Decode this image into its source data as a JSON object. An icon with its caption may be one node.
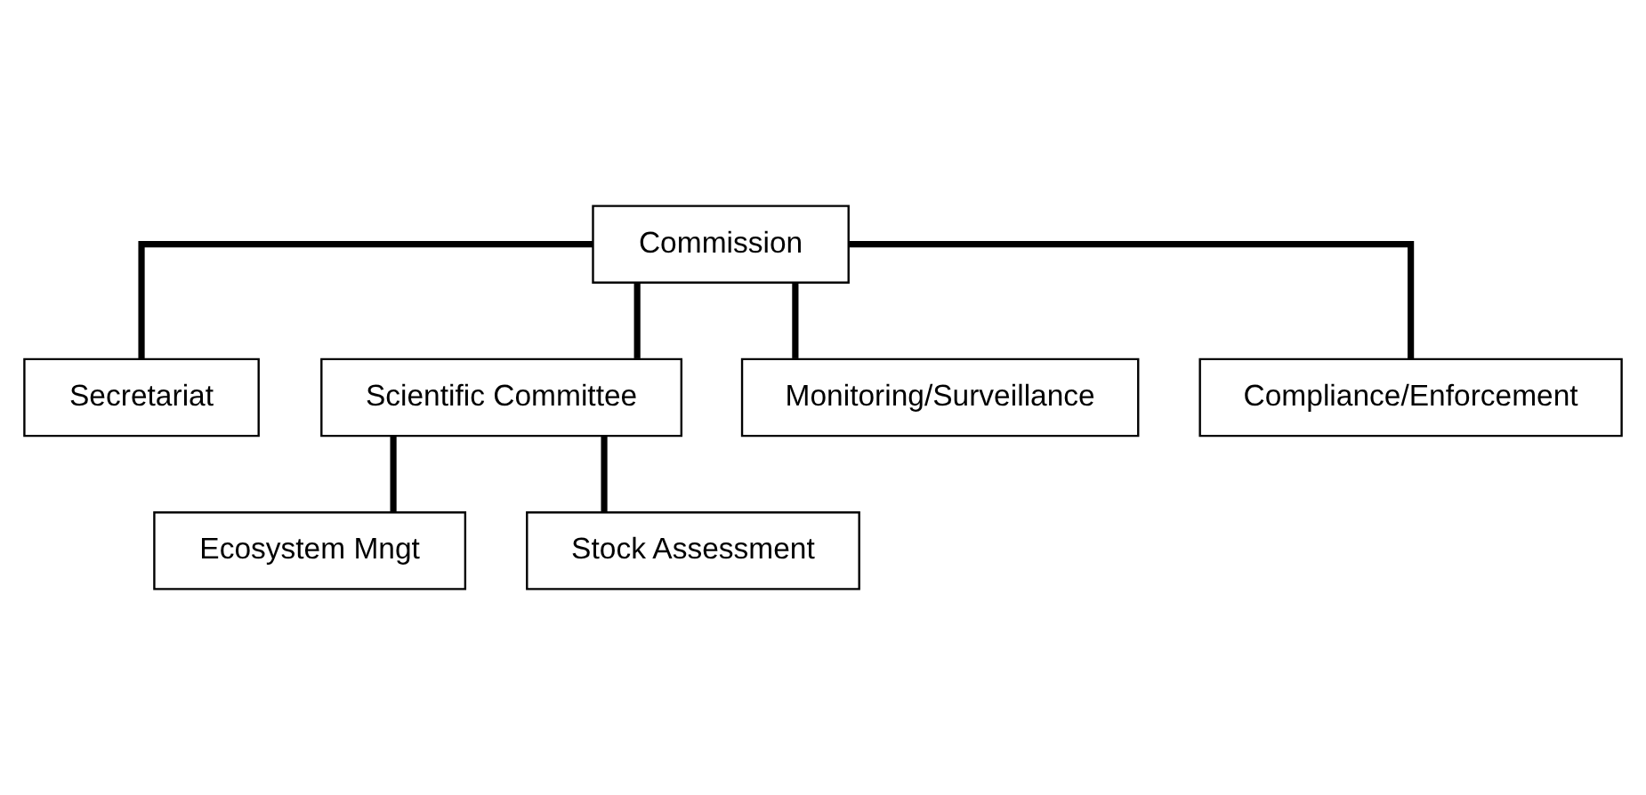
{
  "diagram": {
    "nodes": [
      {
        "text": [
          "Commission"
        ]
      },
      {
        "text": [
          "Secretariat"
        ]
      },
      {
        "text": [
          "Scientific Committee"
        ]
      },
      {
        "text": [
          "Monitoring/Surveillance"
        ]
      },
      {
        "text": [
          "Compliance/Enforcement"
        ]
      },
      {
        "text": [
          "Ecosystem Mngt"
        ]
      },
      {
        "text": [
          "Stock Assessment"
        ]
      }
    ],
    "edges": [
      {
        "from": 0,
        "to": 1,
        "arrow": "none"
      },
      {
        "from": 0,
        "to": 2,
        "arrow": "none"
      },
      {
        "from": 0,
        "to": 3,
        "arrow": "none"
      },
      {
        "from": 0,
        "to": 4,
        "arrow": "none"
      },
      {
        "from": 2,
        "to": 5,
        "arrow": "none"
      },
      {
        "from": 2,
        "to": 6,
        "arrow": "none"
      }
    ]
  }
}
